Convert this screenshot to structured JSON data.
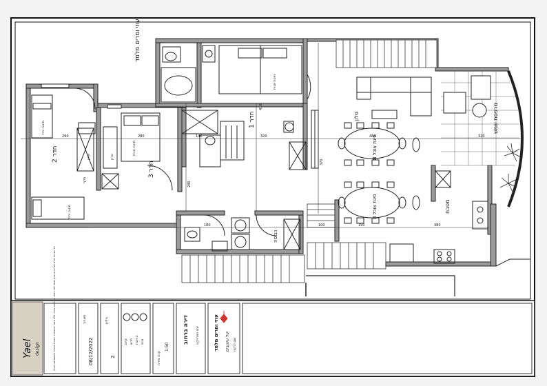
{
  "plan": {
    "title": "עוזי ומרים מלמד",
    "rooms": {
      "bedroom_left": "חדר 2",
      "bedroom_mid": "חדר 3",
      "bedroom_main": "חדר 1",
      "living": "סלון",
      "dining_a": "פינת אוכל 8",
      "dining_b": "פינת אוכל 8",
      "kitchen": "מטבח",
      "balcony": "מרפסת שמש",
      "laundry": "כביסה",
      "bed_a": "מיטה זוגית",
      "bed_b": "מיטה זוגית",
      "bed_c": "מיטה יחיד",
      "bed_d": "מיטה יחיד",
      "closet_a": "ארון",
      "closet_b": "ארון",
      "shelf": "מדף"
    },
    "dims": {
      "d1": "290",
      "d2": "280",
      "d3": "140",
      "d4": "320",
      "d5": "480",
      "d6": "320",
      "d7": "180",
      "d8": "100",
      "d9": "190",
      "d10": "380",
      "d11": "410",
      "d12": "370",
      "d13": "280"
    }
  },
  "title_block": {
    "logo_text": "Yael",
    "logo_sub": "design",
    "notes": "כל המידות בס\"מ ויש לבדוק אותן באתר לפני ביצוע. אין לבצע עבודה ללא אישור המתכננת. התכנית מיועדת לתיאום עם הקבלן.",
    "date_label": "תאריך",
    "date": "08/12/2022",
    "sheet_label": "גיליון",
    "sheet_no": "2",
    "legend": [
      "קיים",
      "חדש",
      "הריסה",
      "גבס"
    ],
    "scale_label": "קנה מידה",
    "scale": "1:50",
    "project_label": "שם הפרויקט",
    "project": "דירה ברחוב",
    "client_label": "שם הלקוח",
    "client": "עוזי ומרים מלמד",
    "designer_label": "מעצבת",
    "designer": "יעל עיצובים"
  }
}
